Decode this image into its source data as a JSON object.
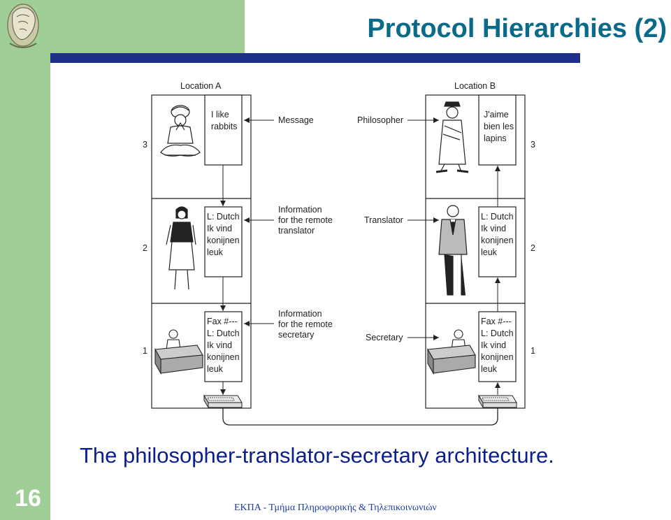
{
  "slide": {
    "title": "Protocol Hierarchies (2)",
    "number": "16",
    "caption": "The philosopher-translator-secretary architecture.",
    "footer": "ΕΚΠΑ - Τμήμα Πληροφορικής & Τηλεπικοινωνιών"
  },
  "colors": {
    "side_bar": "#9fcf96",
    "title": "#0a6a8a",
    "title_rule": "#1e2f8a",
    "caption": "#0b1f8a"
  },
  "diagram": {
    "location_a": "Location A",
    "location_b": "Location B",
    "layers": {
      "l3": {
        "number": "3",
        "left_box": [
          "I like",
          "rabbits"
        ],
        "message": "Message",
        "role": "Philosopher",
        "right_box": [
          "J'aime",
          "bien les",
          "lapins"
        ]
      },
      "l2": {
        "number": "2",
        "left_box": [
          "L: Dutch",
          "Ik vind",
          "konijnen",
          "leuk"
        ],
        "message": [
          "Information",
          "for the remote",
          "translator"
        ],
        "role": "Translator",
        "right_box": [
          "L: Dutch",
          "Ik vind",
          "konijnen",
          "leuk"
        ]
      },
      "l1": {
        "number": "1",
        "left_box": [
          "Fax #---",
          "L: Dutch",
          "Ik vind",
          "konijnen",
          "leuk"
        ],
        "message": [
          "Information",
          "for the remote",
          "secretary"
        ],
        "role": "Secretary",
        "right_box": [
          "Fax #---",
          "L: Dutch",
          "Ik vind",
          "konijnen",
          "leuk"
        ]
      }
    },
    "icons": [
      "philosopher-sitting-icon",
      "philosopher-standing-icon",
      "translator-woman-icon",
      "translator-man-icon",
      "secretary-desk-icon",
      "fax-machine-icon"
    ]
  }
}
